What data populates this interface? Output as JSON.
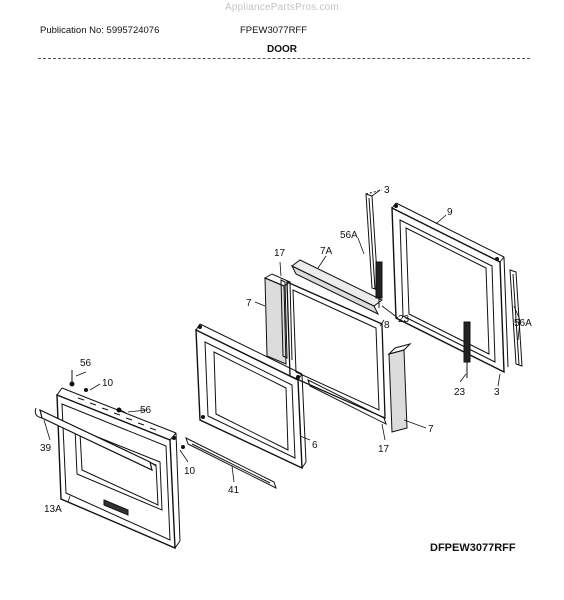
{
  "header": {
    "watermark": "AppliancePartsPros.com",
    "publication": "Publication No: 5995724076",
    "model": "FPEW3077RFF",
    "section_title": "DOOR"
  },
  "footer": {
    "diagram_code": "DFPEW3077RFF"
  },
  "callouts": {
    "c3a": "3",
    "c9": "9",
    "c56a_a": "56A",
    "c17a": "17",
    "c7a": "7A",
    "c56a_b": "56A",
    "c7b": "7",
    "c8": "8",
    "c23a": "23",
    "c23b": "23",
    "c3b": "3",
    "c56a": "56",
    "c10a": "10",
    "c56b": "56",
    "c6": "6",
    "c7c": "7",
    "c17b": "17",
    "c39": "39",
    "c10b": "10",
    "c41": "41",
    "c13a": "13A"
  }
}
